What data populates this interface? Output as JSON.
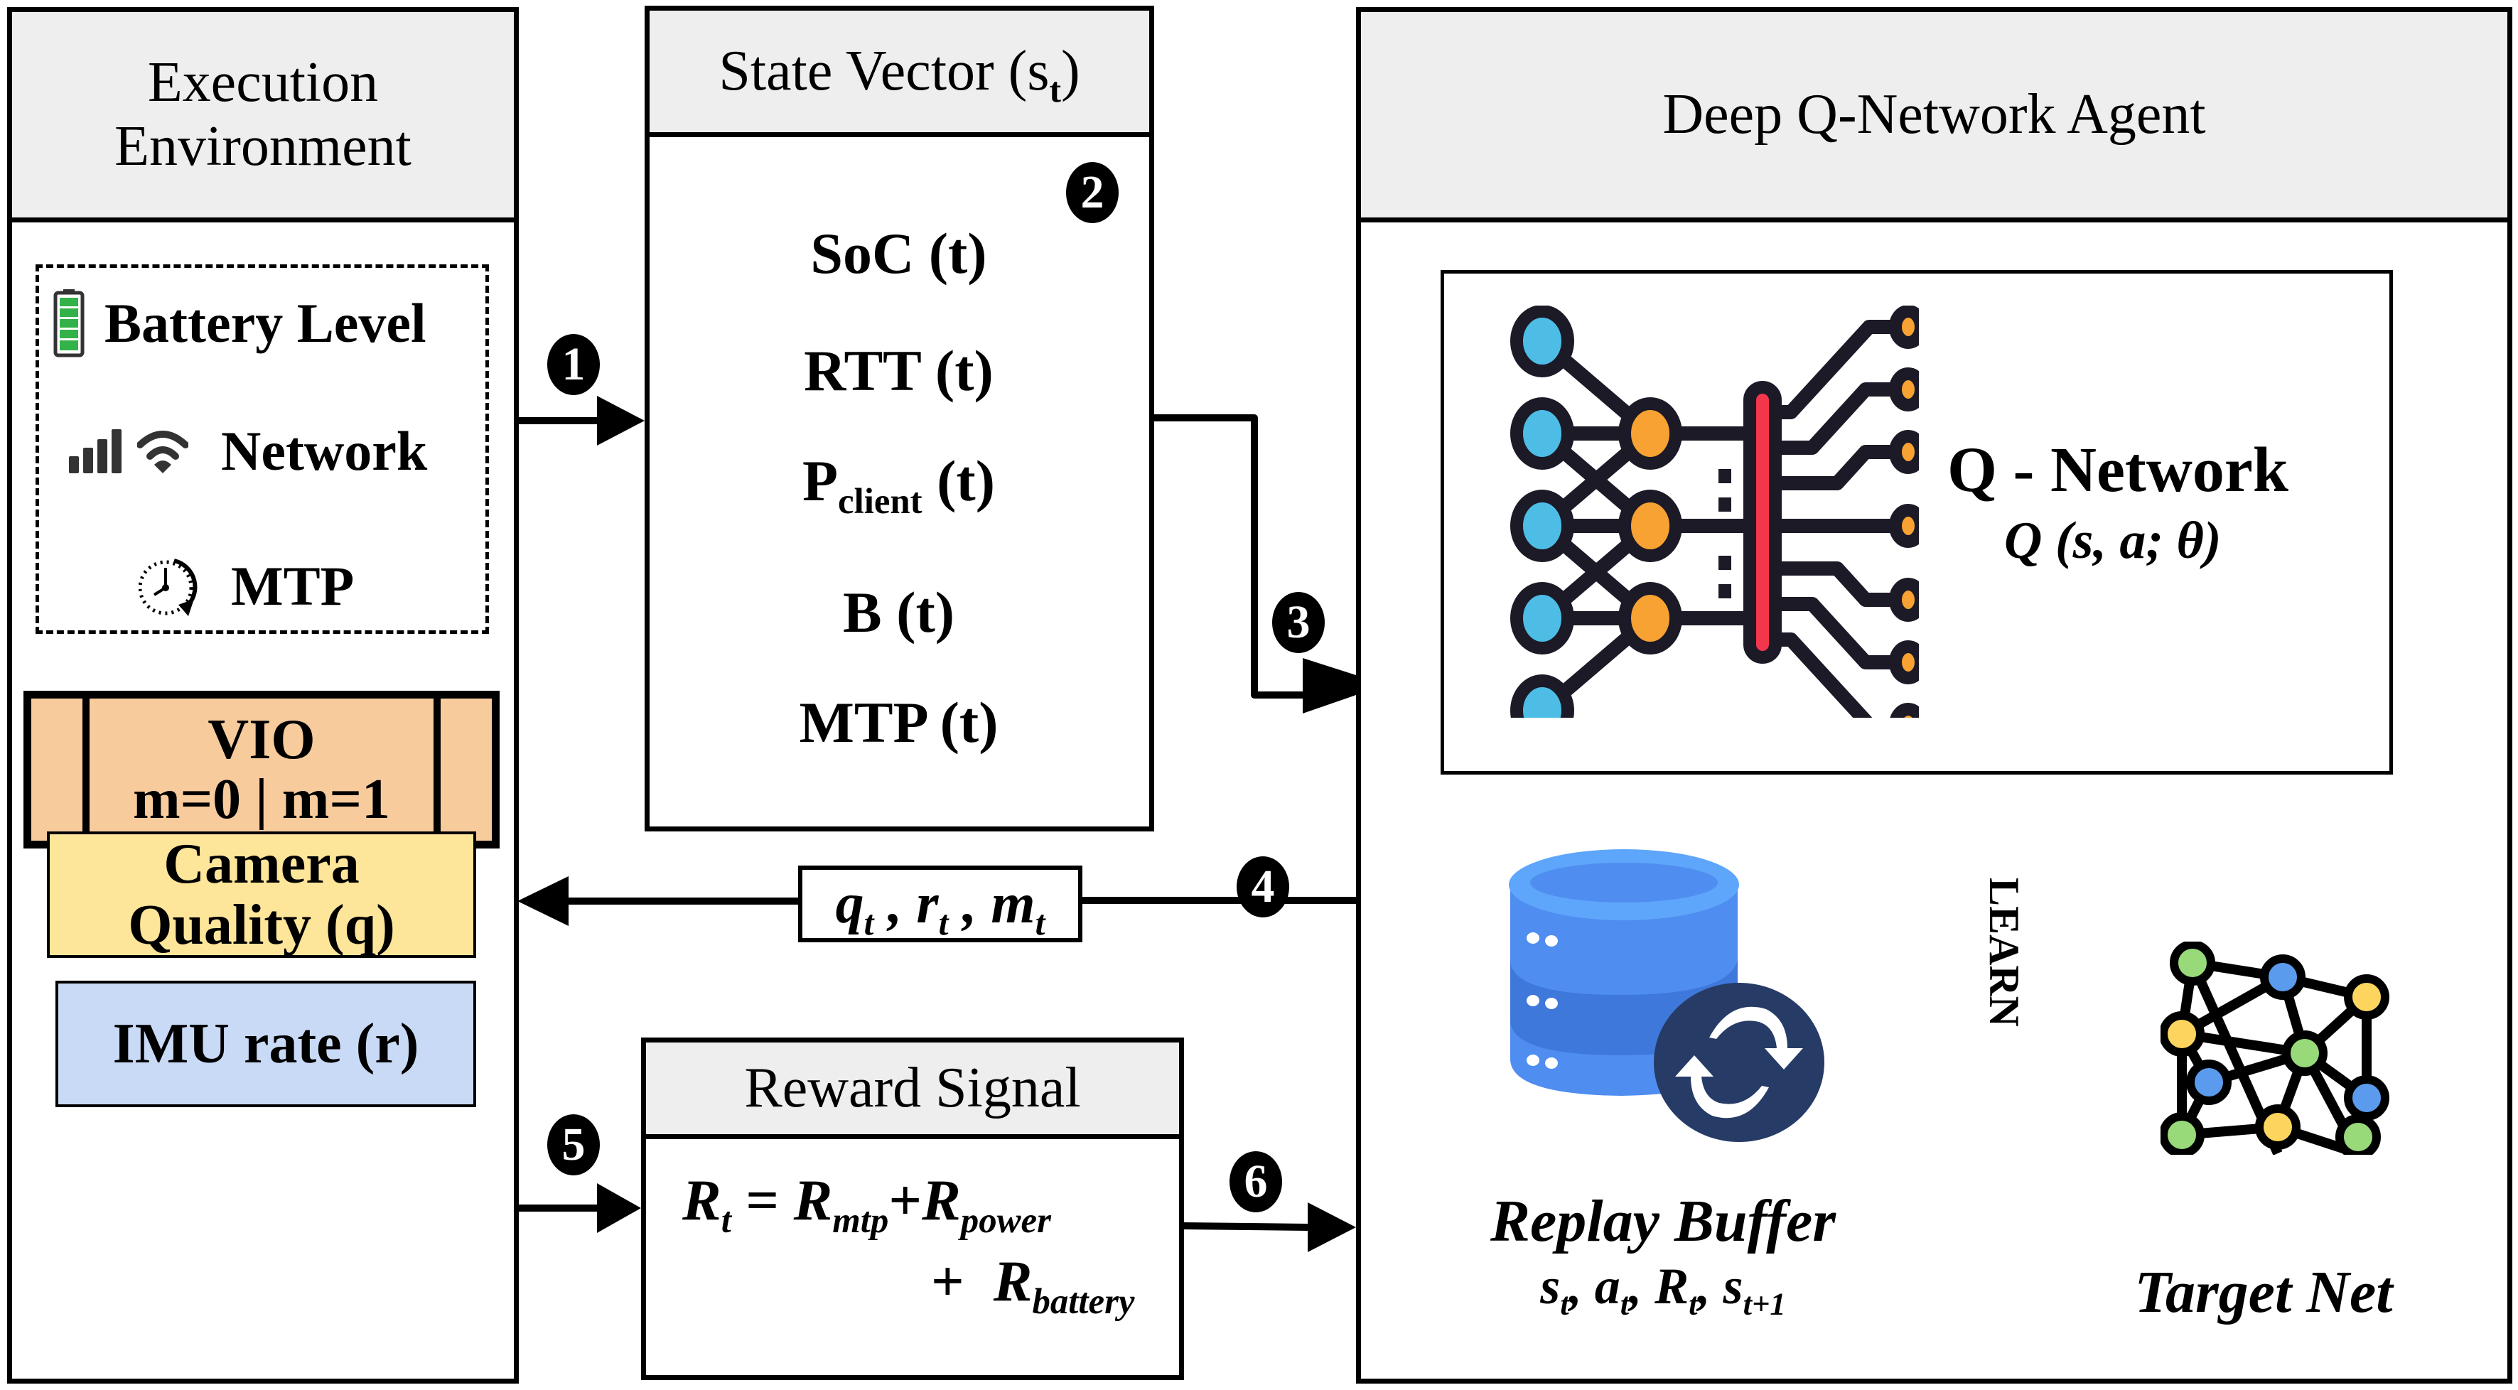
{
  "execution_environment": {
    "title_line1": "Execution",
    "title_line2": "Environment",
    "monitors": [
      {
        "icon": "battery-icon",
        "label": "Battery Level"
      },
      {
        "icon": "signal-wifi-icon",
        "label": "Network"
      },
      {
        "icon": "timer-icon",
        "label": "MTP"
      }
    ],
    "vio": {
      "title": "VIO",
      "modes": "m=0 | m=1",
      "color": "#f8cb9d"
    },
    "camera": {
      "line1": "Camera",
      "line2": "Quality (q)",
      "color": "#fde59a"
    },
    "imu": {
      "label": "IMU rate (r)",
      "color": "#c9daf7"
    }
  },
  "state_vector": {
    "title": "State Vector (s",
    "title_sub": "t",
    "title_close": ")",
    "items": [
      {
        "main": "SoC (t)"
      },
      {
        "main": "RTT (t)"
      },
      {
        "main": "P",
        "sub": "client",
        "rest": " (t)"
      },
      {
        "main": "B (t)"
      },
      {
        "main": "MTP (t)"
      }
    ]
  },
  "actions": {
    "q": "q",
    "q_sub": "t",
    "r": "r",
    "r_sub": "t",
    "m": "m",
    "m_sub": "t",
    "sep": " , "
  },
  "reward": {
    "title": "Reward Signal",
    "lhs": "R",
    "lhs_sub": "t",
    "eq": " = ",
    "t1": "R",
    "t1_sub": "mtp",
    "plus": "+",
    "t2": "R",
    "t2_sub": "power",
    "t3": "R",
    "t3_sub": "battery"
  },
  "dqn_agent": {
    "title": "Deep Q-Network Agent",
    "q_network": {
      "title": "Q - Network",
      "formula": "Q (s, a; θ)"
    },
    "replay_buffer": {
      "title": "Replay Buffer",
      "tuple": [
        {
          "v": "s",
          "sub": "t",
          "sep": ", "
        },
        {
          "v": "a",
          "sub": "t",
          "sep": ", "
        },
        {
          "v": "R",
          "sub": "t",
          "sep": ", "
        },
        {
          "v": "s",
          "sub": "t+1",
          "sep": ""
        }
      ]
    },
    "learn_label": "LEARN",
    "target_net": "Target Net"
  },
  "steps": [
    "1",
    "2",
    "3",
    "4",
    "5",
    "6"
  ],
  "colors": {
    "header_gray": "#eeeeee",
    "input_node": "#4dbde6",
    "hidden_node": "#f7a233",
    "output_bar": "#f4364c",
    "db_blue": "#4f8ef0",
    "db_dark": "#263b66",
    "green_node": "#98d97a",
    "blue_node": "#5b9bed",
    "yellow_node": "#fdd55e"
  }
}
